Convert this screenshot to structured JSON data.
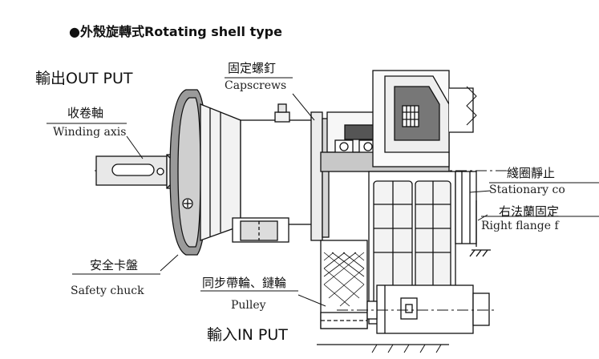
{
  "title": "●外殼旋轉式Rotating shell type",
  "labels": {
    "output": "輸出OUT PUT",
    "capscrews_cn": "固定螺釘",
    "capscrews_en": "Capscrews",
    "winding_cn": "收卷軸",
    "winding_en": "Winding axis",
    "stationary_cn": "綫圈靜止",
    "stationary_en": "Stationary co",
    "right_flange_cn": "右法蘭固定",
    "right_flange_en": "Right flange f",
    "safety_cn": "安全卡盤",
    "safety_en": "Safety chuck",
    "pulley_cn": "同步帶輪、鏈輪",
    "pulley_en": "Pulley",
    "input": "輸入IN PUT"
  }
}
